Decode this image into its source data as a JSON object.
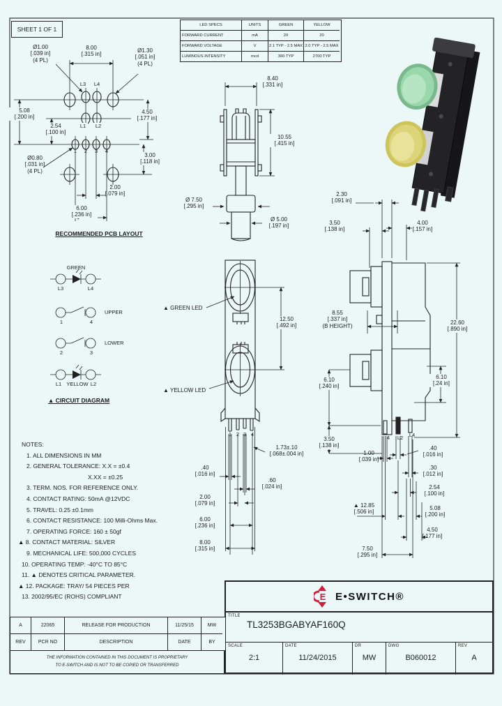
{
  "sheet_label": "SHEET 1 OF 1",
  "led_table": {
    "headers": [
      "LED SPECS",
      "UNITS",
      "GREEN",
      "YELLOW"
    ],
    "rows": [
      [
        "FORWARD CURRENT",
        "mA",
        "20",
        "20"
      ],
      [
        "FORWARD VOLTAGE",
        "V",
        "2.1 TYP - 2.5 MAX",
        "2.0 TYP - 2.5 MAX"
      ],
      [
        "LUMINOUS INTENSITY",
        "mcd",
        "300 TYP",
        "2700 TYP"
      ]
    ]
  },
  "pcb": {
    "caption": "RECOMMENDED PCB LAYOUT",
    "dims": {
      "hole_a": "Ø1.00\n[.039 in]\n(4 PL)",
      "w8": "8.00\n[.315 in]",
      "hole_b": "Ø1.30\n[.051 in]\n(4 PL)",
      "h508": "5.08\n[.200 in]",
      "h254": "2.54\n[.100 in]",
      "h450": "4.50\n[.177 in]",
      "hole_c": "Ø0.80\n[.031 in]\n(4 PL)",
      "h300": "3.00\n[.118 in]",
      "w200": "2.00\n[.079 in]",
      "w600": "6.00\n[.236 in]"
    },
    "labels": {
      "l3": "L3",
      "l4": "L4",
      "l1": "L1",
      "l2": "L2",
      "t1": "1",
      "t2": "2",
      "t3": "3",
      "t4": "4"
    }
  },
  "circuit": {
    "green": "GREEN",
    "l3": "L3",
    "l4": "L4",
    "upper": "UPPER",
    "p1": "1",
    "p4": "4",
    "lower": "LOWER",
    "p2": "2",
    "p3": "3",
    "l1": "L1",
    "yellow": "YELLOW",
    "l2": "L2",
    "caption": "▲ CIRCUIT DIAGRAM"
  },
  "notes": {
    "title": "NOTES:",
    "lines": [
      "1. ALL DIMENSIONS IN MM",
      "2. GENERAL TOLERANCE: X.X = ±0.4",
      "X.XX = ±0.25",
      "3. TERM. NOS. FOR REFERENCE ONLY.",
      "4. CONTACT RATING: 50mA @12VDC",
      "5. TRAVEL: 0.25 ±0.1mm",
      "6. CONTACT RESISTANCE: 100 Milli-Ohms Max.",
      "7. OPERATING FORCE: 160 ± 50gf",
      "▲ 8. CONTACT MATERIAL: SILVER",
      "9. MECHANICAL LIFE: 500,000 CYCLES",
      "10. OPERATING TEMP: -40°C TO 85°C",
      "11. ▲ DENOTES CRITICAL PARAMETER.",
      "▲ 12. PACKAGE: TRAY/ 54 PIECES PER",
      "13. 2002/95/EC (ROHS) COMPLIANT"
    ]
  },
  "top_view": {
    "w840": "8.40\n[.331 in]",
    "h1055": "10.55\n[.415 in]",
    "d750": "Ø 7.50\n[.295 in]",
    "d500": "Ø 5.00\n[.197 in]"
  },
  "front_view": {
    "green_led": "▲ GREEN LED",
    "yellow_led": "▲ YELLOW LED",
    "h1250": "12.50\n[.492 in]",
    "d173": "1.73±.10\n[.068±.004 in]",
    "d040": ".40\n[.016 in]",
    "d060": ".60\n[.024 in]",
    "d200": "2.00\n[.079 in]",
    "d600": "6.00\n[.236 in]",
    "d800": "8.00\n[.315 in]",
    "pins": [
      "1",
      "2",
      "3",
      "4"
    ]
  },
  "side_view": {
    "d230": "2.30\n[.091 in]",
    "d350a": "3.50\n[.138 in]",
    "d400": "4.00\n[.157 in]",
    "d855": "8.55\n[.337 in]\n(B HEIGHT)",
    "d2260": "22.60\n[.890 in]",
    "d610a": "6.10\n[.240 in]",
    "d610b": "6.10\n[.24 in]",
    "d350b": "3.50\n[.138 in]",
    "pin4": "4",
    "pinl2": "L2",
    "pinl4": "L4",
    "d100": "1.00\n[.039 in]",
    "d040": ".40\n[.016 in]",
    "d030": ".30\n[.012 in]",
    "d254": "2.54\n[.100 in]",
    "d1285": "▲ 12.85\n[.506 in]",
    "d508": "5.08\n[.200 in]",
    "d450": "4.50\n[.177 in]",
    "d750": "7.50\n[.295 in]"
  },
  "title_block": {
    "brand": "E•SWITCH®",
    "title_label": "TITLE",
    "title_value": "TL3253BGABYAF160Q",
    "scale_label": "SCALE",
    "scale_value": "2:1",
    "date_label": "DATE",
    "date_value": "11/24/2015",
    "dr_label": "DR",
    "dr_value": "MW",
    "dwg_label": "DWG",
    "dwg_value": "B060012",
    "rev_label": "REV",
    "rev_value": "A"
  },
  "revision_table": {
    "entry": [
      "A",
      "22065",
      "RELEASE FOR PRODUCTION",
      "11/25/15",
      "MW"
    ],
    "headers": [
      "REV",
      "PCR NO",
      "DESCRIPTION",
      "DATE",
      "BY"
    ],
    "proprietary": "THE INFORMATION CONTAINED IN THIS DOCUMENT IS PROPRIETARY\nTO E-SWITCH AND IS NOT TO BE COPIED OR TRANSFERRED"
  },
  "colors": {
    "background": "#ecf8f7",
    "line": "#222222",
    "brand_red": "#cf1f3c",
    "led_green": "#9ad8ac",
    "led_yellow": "#ddd47a",
    "housing_black": "#232327"
  }
}
